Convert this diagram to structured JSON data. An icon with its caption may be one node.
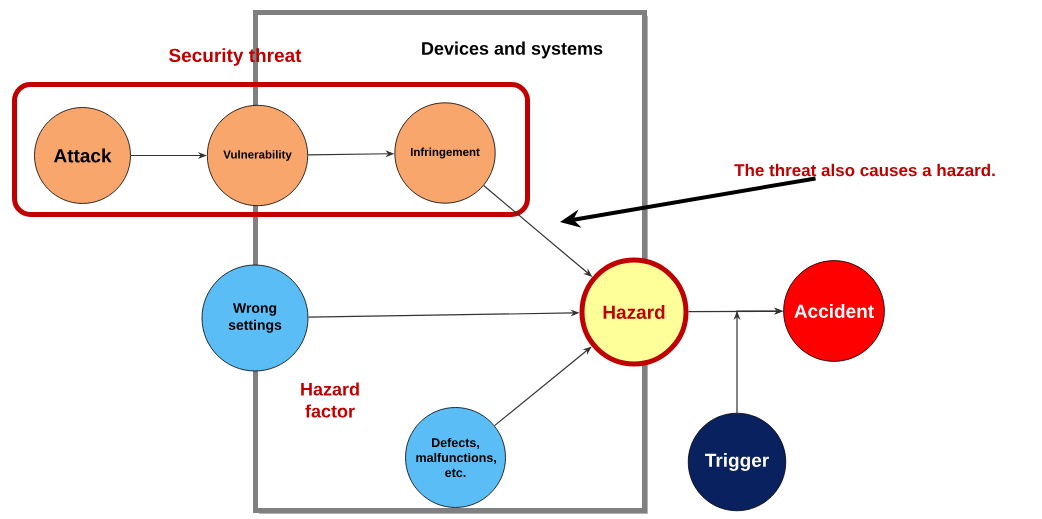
{
  "diagram": {
    "nodes": [
      {
        "text": [
          "Devices and systems"
        ]
      },
      {
        "text": [
          "Security threat"
        ]
      },
      {
        "text": [
          "Attack"
        ],
        "in": 1
      },
      {
        "text": [
          "Vulnerability"
        ],
        "in": 1
      },
      {
        "text": [
          "Infringement"
        ]
      },
      {
        "text": [
          "Wrong settings"
        ]
      },
      {
        "text": [
          "Hazard"
        ]
      },
      {
        "text": [
          "Defects, malfunctions, etc."
        ],
        "in": 0
      },
      {
        "text": [
          "Accident"
        ]
      },
      {
        "text": [
          "Trigger"
        ]
      },
      {
        "text": [
          "The threat also causes a hazard."
        ]
      }
    ],
    "edges": [
      {
        "from": 2,
        "to": 3,
        "arrow": "to"
      },
      {
        "from": 3,
        "to": 4,
        "arrow": "to"
      },
      {
        "from": 4,
        "to": 6,
        "arrow": "to"
      },
      {
        "from": 5,
        "to": 6,
        "arrow": "to"
      },
      {
        "from": 7,
        "to": 6,
        "arrow": "to"
      },
      {
        "from": 6,
        "to": 8,
        "arrow": "to"
      },
      {
        "from": 9,
        "to": 8,
        "arrow": "to"
      },
      {
        "from": 10,
        "to": null,
        "arrow": "to",
        "style": "thick"
      }
    ],
    "labels": [
      "Hazard factor"
    ]
  }
}
